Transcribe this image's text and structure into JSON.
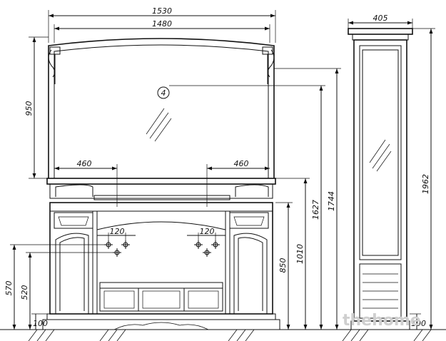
{
  "dimensions": {
    "total_width": "1530",
    "mirror_width": "1480",
    "column_width": "405",
    "mirror_height": "950",
    "left_offset": "460",
    "right_offset": "460",
    "left_spacing": "120",
    "right_spacing": "120",
    "height_1744": "1744",
    "height_1627": "1627",
    "height_1010": "1010",
    "height_850": "850",
    "height_570": "570",
    "height_520": "520",
    "base_left": "100",
    "base_right": "100",
    "column_height": "1962"
  },
  "symbols": {
    "power_symbol": "4"
  },
  "watermark": "thehome"
}
